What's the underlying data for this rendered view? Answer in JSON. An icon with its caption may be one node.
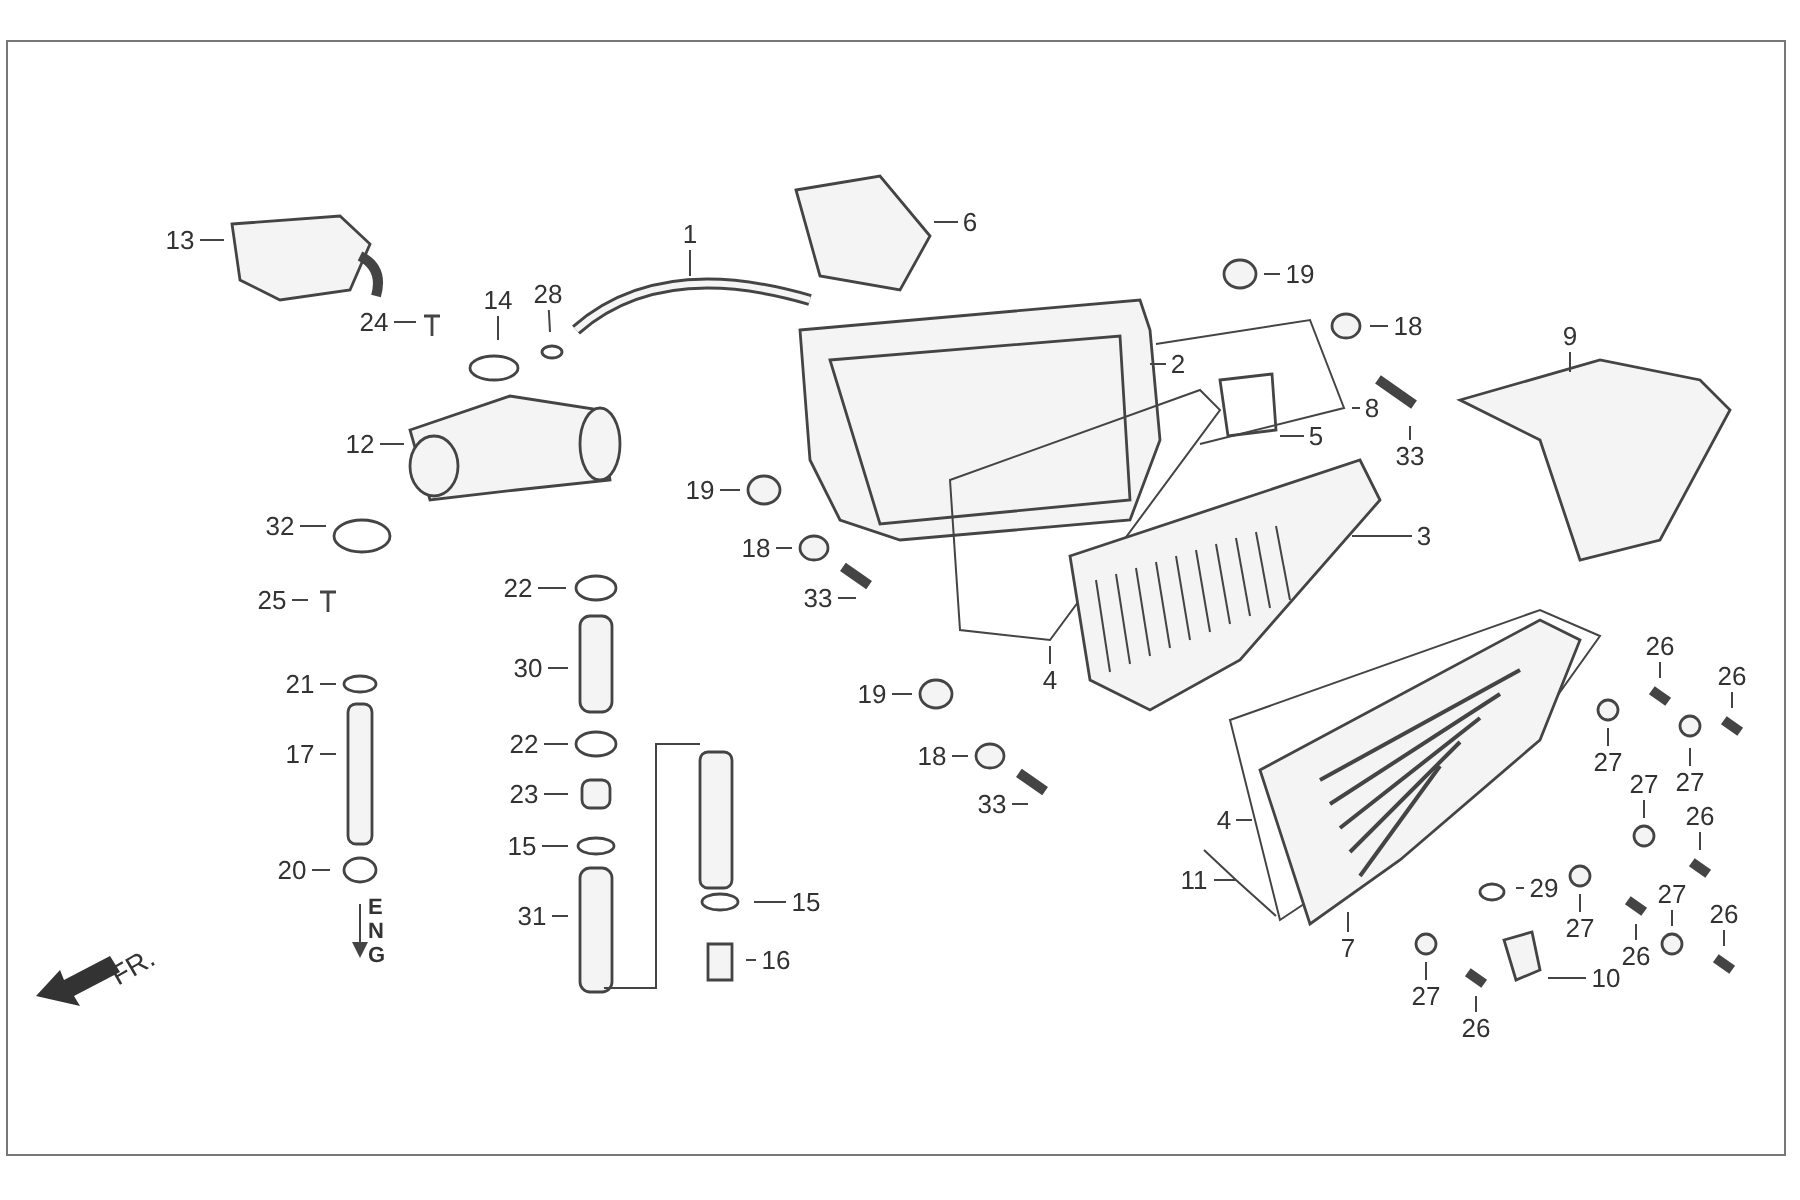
{
  "diagram": {
    "nodes": [
      {
        "text": [
          "13"
        ]
      },
      {
        "text": [
          "1"
        ]
      },
      {
        "text": [
          "6"
        ]
      },
      {
        "text": [
          "19"
        ]
      },
      {
        "text": [
          "28"
        ]
      },
      {
        "text": [
          "14"
        ]
      },
      {
        "text": [
          "24"
        ]
      },
      {
        "text": [
          "18"
        ]
      },
      {
        "text": [
          "9"
        ]
      },
      {
        "text": [
          "2"
        ]
      },
      {
        "text": [
          "8"
        ]
      },
      {
        "text": [
          "5"
        ]
      },
      {
        "text": [
          "33"
        ]
      },
      {
        "text": [
          "12"
        ]
      },
      {
        "text": [
          "19"
        ]
      },
      {
        "text": [
          "32"
        ]
      },
      {
        "text": [
          "18"
        ]
      },
      {
        "text": [
          "3"
        ]
      },
      {
        "text": [
          "22"
        ]
      },
      {
        "text": [
          "25"
        ]
      },
      {
        "text": [
          "33"
        ]
      },
      {
        "text": [
          "30"
        ]
      },
      {
        "text": [
          "26"
        ]
      },
      {
        "text": [
          "4"
        ]
      },
      {
        "text": [
          "21"
        ]
      },
      {
        "text": [
          "19"
        ]
      },
      {
        "text": [
          "26"
        ]
      },
      {
        "text": [
          "27"
        ]
      },
      {
        "text": [
          "22"
        ]
      },
      {
        "text": [
          "17"
        ]
      },
      {
        "text": [
          "18"
        ]
      },
      {
        "text": [
          "27"
        ]
      },
      {
        "text": [
          "27"
        ]
      },
      {
        "text": [
          "23"
        ]
      },
      {
        "text": [
          "33"
        ]
      },
      {
        "text": [
          "26"
        ]
      },
      {
        "text": [
          "4"
        ]
      },
      {
        "text": [
          "15"
        ]
      },
      {
        "text": [
          "20"
        ]
      },
      {
        "text": [
          "11"
        ]
      },
      {
        "text": [
          "29"
        ]
      },
      {
        "text": [
          "27"
        ]
      },
      {
        "text": [
          "15"
        ]
      },
      {
        "text": [
          "31"
        ]
      },
      {
        "text": [
          "27"
        ]
      },
      {
        "text": [
          "26"
        ]
      },
      {
        "text": [
          "26"
        ]
      },
      {
        "text": [
          "7"
        ]
      },
      {
        "text": [
          "10"
        ]
      },
      {
        "text": [
          "16"
        ]
      },
      {
        "text": [
          "27"
        ]
      },
      {
        "text": [
          "26"
        ]
      }
    ],
    "edges": [
      {
        "from": 0,
        "to": null,
        "arrow": "none"
      },
      {
        "from": 1,
        "to": null,
        "arrow": "none"
      },
      {
        "from": 2,
        "to": null,
        "arrow": "none"
      },
      {
        "from": 3,
        "to": null,
        "arrow": "none"
      },
      {
        "from": 4,
        "to": null,
        "arrow": "none"
      },
      {
        "from": 5,
        "to": null,
        "arrow": "none"
      },
      {
        "from": 6,
        "to": null,
        "arrow": "none"
      },
      {
        "from": 7,
        "to": null,
        "arrow": "none"
      },
      {
        "from": 8,
        "to": null,
        "arrow": "none"
      },
      {
        "from": 9,
        "to": null,
        "arrow": "none"
      },
      {
        "from": 10,
        "to": null,
        "arrow": "none"
      },
      {
        "from": 11,
        "to": null,
        "arrow": "none"
      },
      {
        "from": 12,
        "to": null,
        "arrow": "none"
      },
      {
        "from": 13,
        "to": null,
        "arrow": "none"
      },
      {
        "from": 14,
        "to": null,
        "arrow": "none"
      },
      {
        "from": 15,
        "to": null,
        "arrow": "none"
      },
      {
        "from": 16,
        "to": null,
        "arrow": "none"
      },
      {
        "from": 17,
        "to": null,
        "arrow": "none"
      },
      {
        "from": 18,
        "to": null,
        "arrow": "none"
      },
      {
        "from": 19,
        "to": null,
        "arrow": "none"
      },
      {
        "from": 20,
        "to": null,
        "arrow": "none"
      },
      {
        "from": 21,
        "to": null,
        "arrow": "none"
      },
      {
        "from": 22,
        "to": null,
        "arrow": "none"
      },
      {
        "from": 23,
        "to": null,
        "arrow": "none"
      },
      {
        "from": 24,
        "to": null,
        "arrow": "none"
      },
      {
        "from": 25,
        "to": null,
        "arrow": "none"
      },
      {
        "from": 26,
        "to": null,
        "arrow": "none"
      },
      {
        "from": 27,
        "to": null,
        "arrow": "none"
      },
      {
        "from": 28,
        "to": null,
        "arrow": "none"
      },
      {
        "from": 29,
        "to": null,
        "arrow": "none"
      },
      {
        "from": 30,
        "to": null,
        "arrow": "none"
      },
      {
        "from": 31,
        "to": null,
        "arrow": "none"
      },
      {
        "from": 32,
        "to": null,
        "arrow": "none"
      },
      {
        "from": 33,
        "to": null,
        "arrow": "none"
      },
      {
        "from": 34,
        "to": null,
        "arrow": "none"
      },
      {
        "from": 35,
        "to": null,
        "arrow": "none"
      },
      {
        "from": 36,
        "to": null,
        "arrow": "none"
      },
      {
        "from": 37,
        "to": null,
        "arrow": "none"
      },
      {
        "from": 38,
        "to": null,
        "arrow": "none"
      },
      {
        "from": 39,
        "to": null,
        "arrow": "none"
      },
      {
        "from": 40,
        "to": null,
        "arrow": "none"
      },
      {
        "from": 41,
        "to": null,
        "arrow": "none"
      },
      {
        "from": 42,
        "to": null,
        "arrow": "none"
      },
      {
        "from": 43,
        "to": null,
        "arrow": "none"
      },
      {
        "from": 44,
        "to": null,
        "arrow": "none"
      },
      {
        "from": 45,
        "to": null,
        "arrow": "none"
      },
      {
        "from": 46,
        "to": null,
        "arrow": "none"
      },
      {
        "from": 47,
        "to": null,
        "arrow": "none"
      },
      {
        "from": 48,
        "to": null,
        "arrow": "none"
      },
      {
        "from": 49,
        "to": null,
        "arrow": "none"
      },
      {
        "from": 50,
        "to": null,
        "arrow": "none"
      },
      {
        "from": 51,
        "to": null,
        "arrow": "none"
      }
    ],
    "labels": [
      "ENG",
      "FR."
    ]
  }
}
